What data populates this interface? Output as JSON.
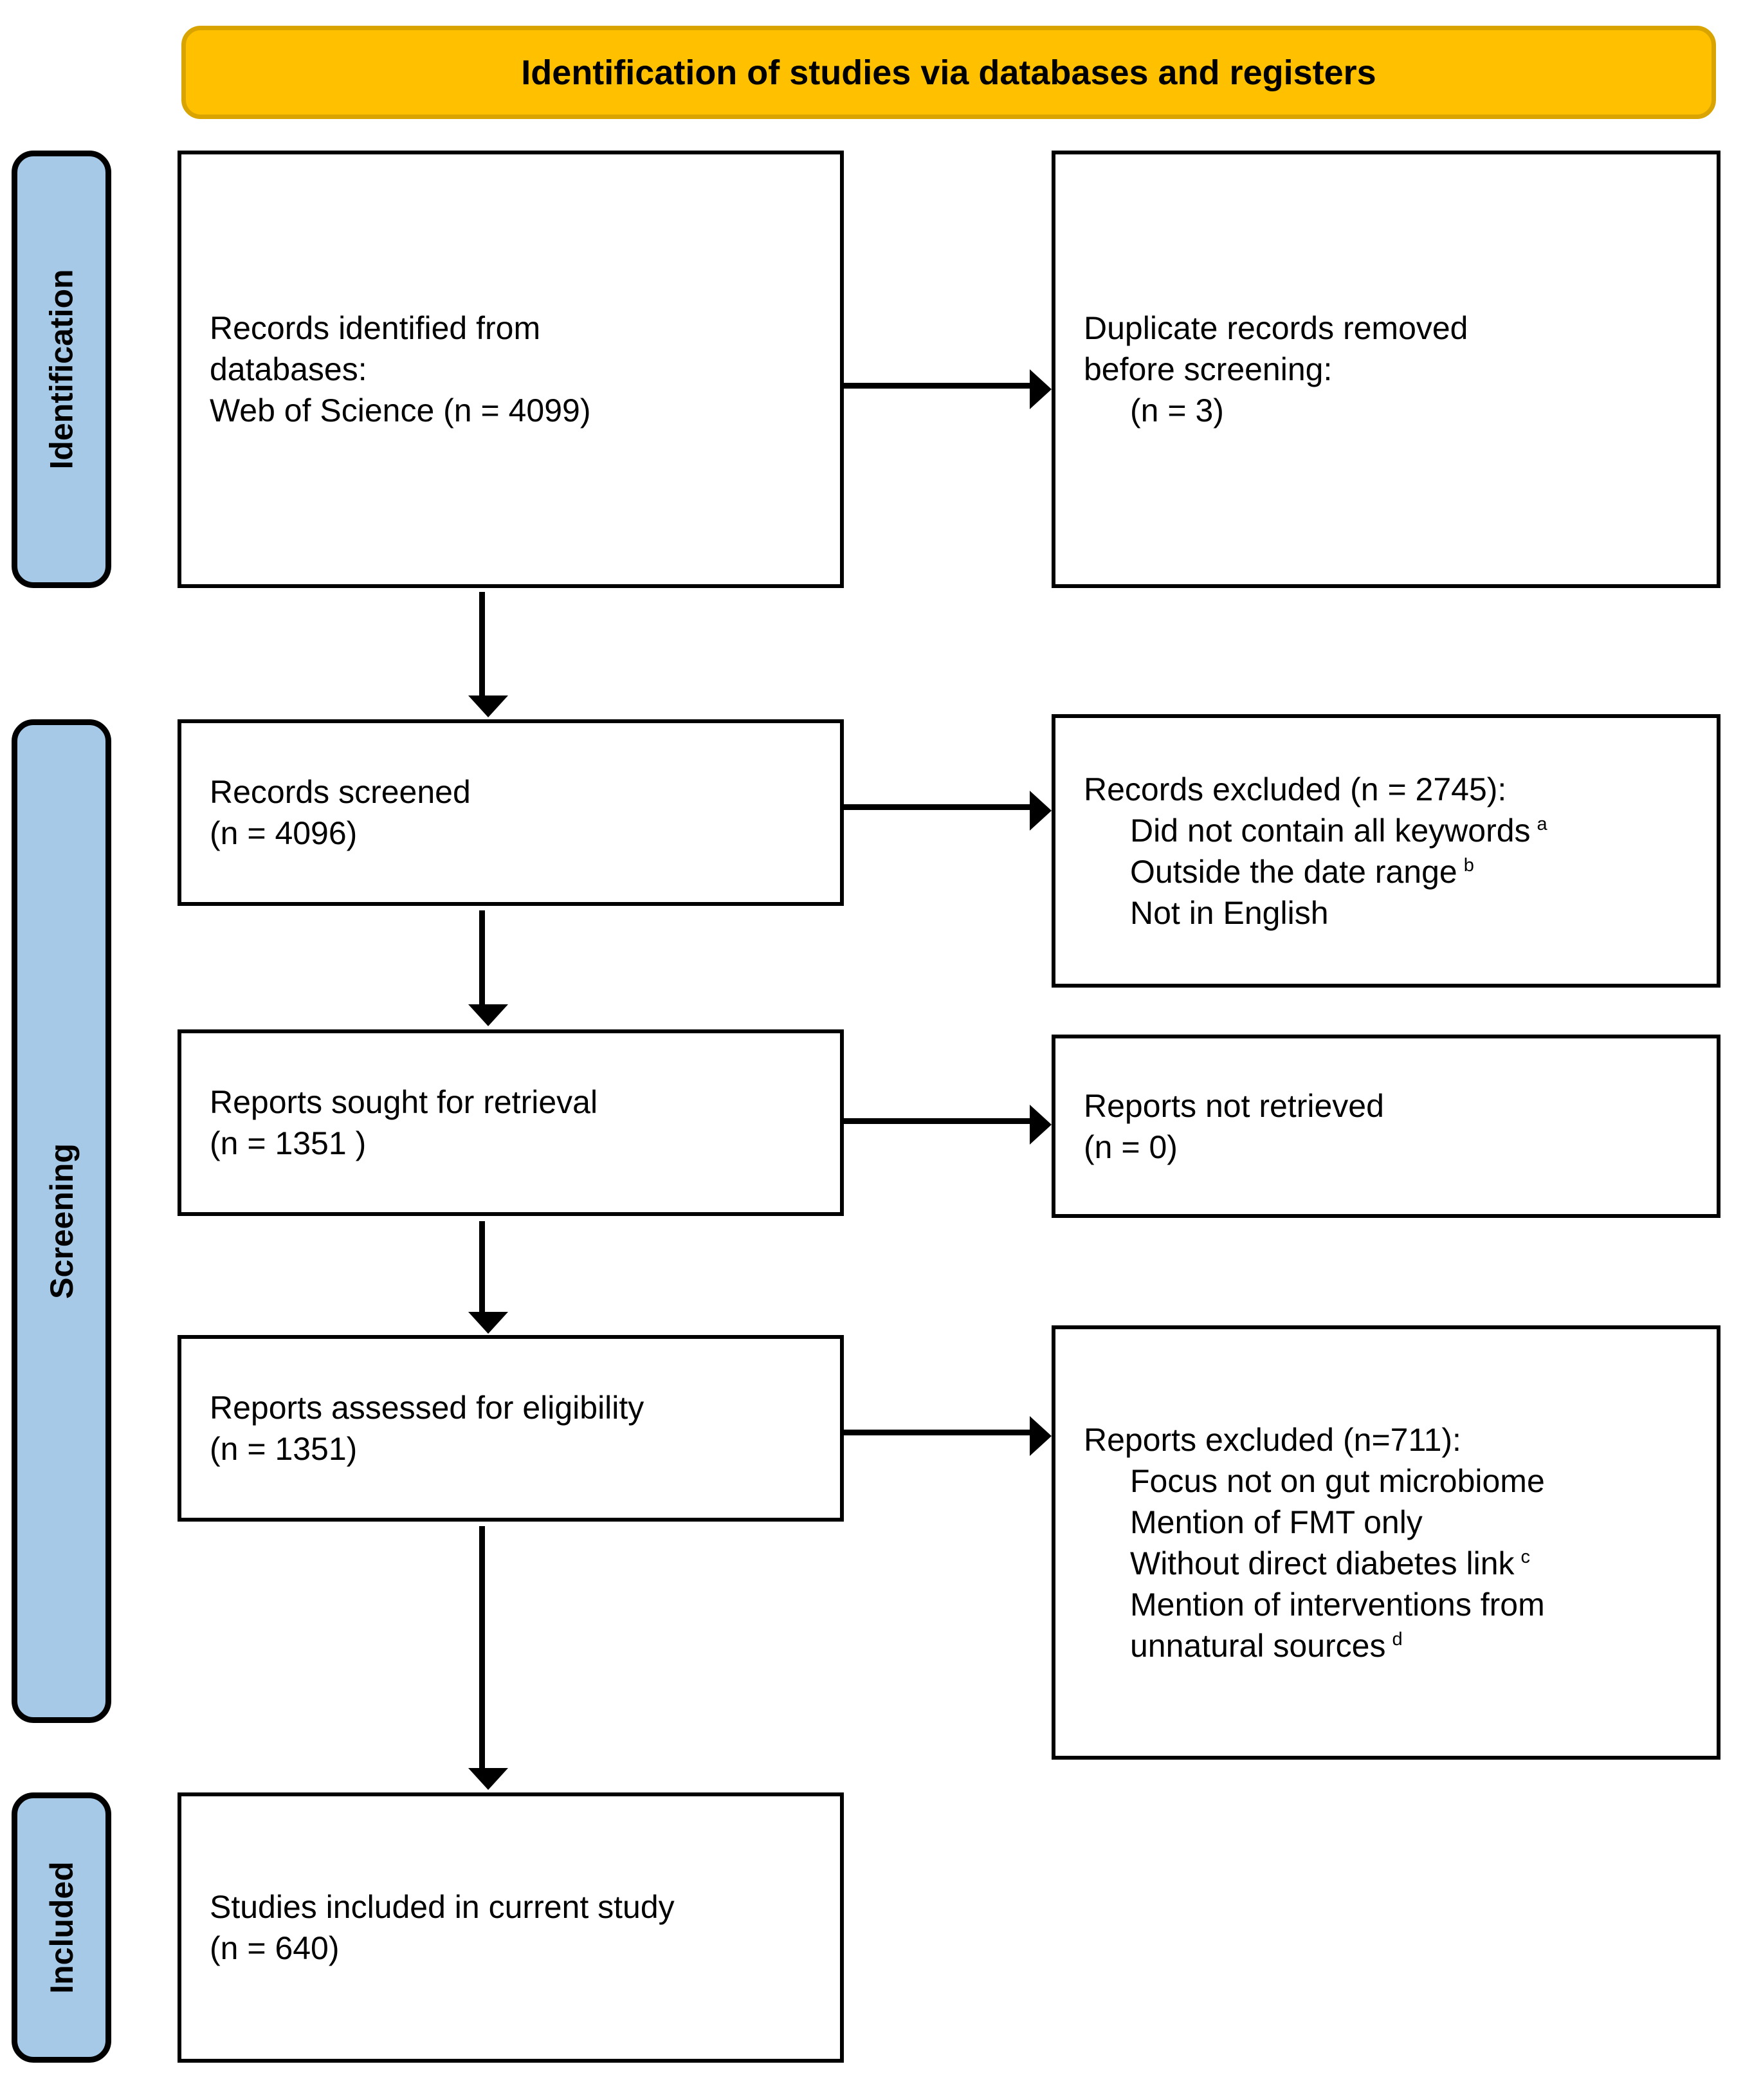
{
  "banner": {
    "title": "Identification of studies via databases and registers"
  },
  "colors": {
    "banner_fill": "#FFC000",
    "banner_border": "#D9A400",
    "stage_label_fill": "#A6C9E8",
    "box_border": "#000000",
    "text": "#000000"
  },
  "stages": [
    {
      "id": "identification",
      "label": "Identification"
    },
    {
      "id": "screening",
      "label": "Screening"
    },
    {
      "id": "included",
      "label": "Included"
    }
  ],
  "boxes": {
    "records_identified": {
      "lines": [
        {
          "text": "Records identified from",
          "indent": false
        },
        {
          "text": "databases:",
          "indent": false
        },
        {
          "text": "Web of Science (n = 4099)",
          "indent": false
        }
      ]
    },
    "duplicates_removed": {
      "lines": [
        {
          "text": "Duplicate records removed",
          "indent": false
        },
        {
          "text": "before screening:",
          "indent": false
        },
        {
          "text": "(n = 3)",
          "indent": true
        }
      ]
    },
    "records_screened": {
      "lines": [
        {
          "text": "Records screened",
          "indent": false
        },
        {
          "text": "(n = 4096)",
          "indent": false
        }
      ]
    },
    "records_excluded": {
      "lines": [
        {
          "text": "Records excluded (n = 2745):",
          "indent": false
        },
        {
          "text": "Did not contain all keywords",
          "sup": "a",
          "indent": true
        },
        {
          "text": "Outside the date range",
          "sup": "b",
          "indent": true
        },
        {
          "text": "Not in English",
          "indent": true
        }
      ]
    },
    "reports_sought": {
      "lines": [
        {
          "text": "Reports sought for retrieval",
          "indent": false
        },
        {
          "text": "(n = 1351 )",
          "indent": false
        }
      ]
    },
    "reports_not_retrieved": {
      "lines": [
        {
          "text": "Reports not retrieved",
          "indent": false
        },
        {
          "text": "(n = 0)",
          "indent": false
        }
      ]
    },
    "reports_assessed": {
      "lines": [
        {
          "text": "Reports assessed for eligibility",
          "indent": false
        },
        {
          "text": "(n = 1351)",
          "indent": false
        }
      ]
    },
    "reports_excluded": {
      "lines": [
        {
          "text": "Reports excluded (n=711):",
          "indent": false
        },
        {
          "text": "Focus not on gut microbiome",
          "indent": true
        },
        {
          "text": "Mention of FMT only",
          "indent": true
        },
        {
          "text": "Without direct diabetes link",
          "sup": "c",
          "indent": true
        },
        {
          "text": "Mention of interventions from",
          "indent": true
        },
        {
          "text": "unnatural sources",
          "sup": "d",
          "indent": true
        }
      ]
    },
    "studies_included": {
      "lines": [
        {
          "text": "Studies included in current study",
          "indent": false
        },
        {
          "text": "(n = 640)",
          "indent": false
        }
      ]
    }
  }
}
